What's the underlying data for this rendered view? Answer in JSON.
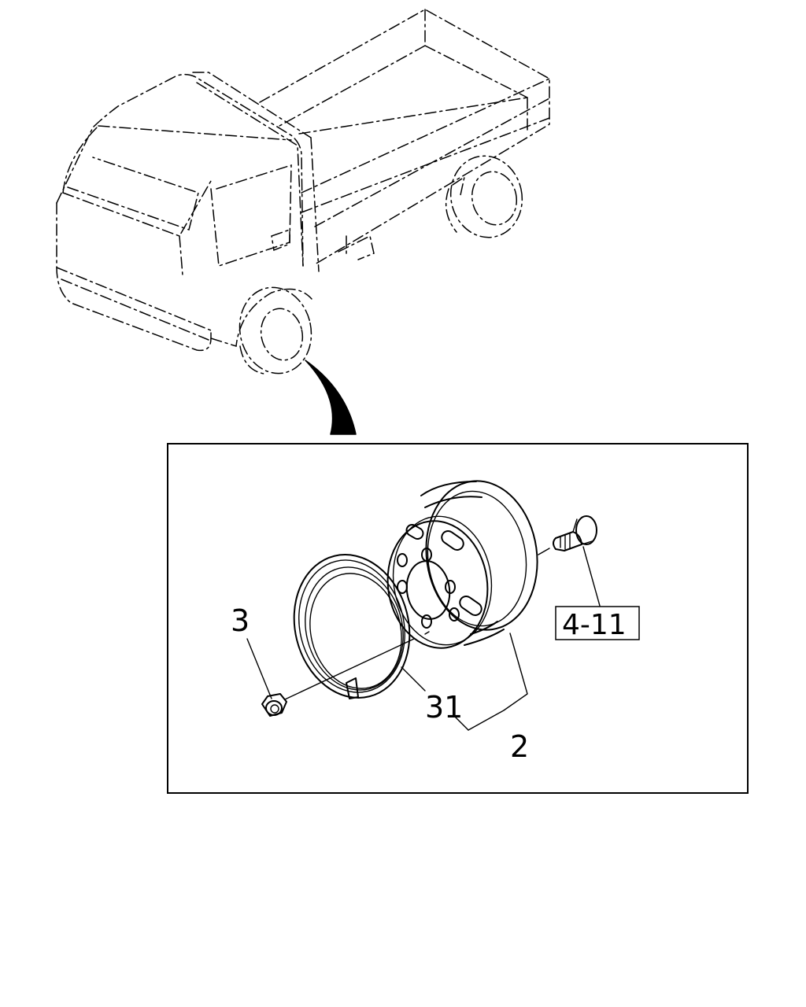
{
  "callouts": {
    "nut": "3",
    "ring": "31",
    "wheel_assembly": "2",
    "hub_bolt_ref": "4-11"
  },
  "colors": {
    "line": "#000000",
    "background": "#ffffff",
    "pointer_fill": "#000000"
  }
}
